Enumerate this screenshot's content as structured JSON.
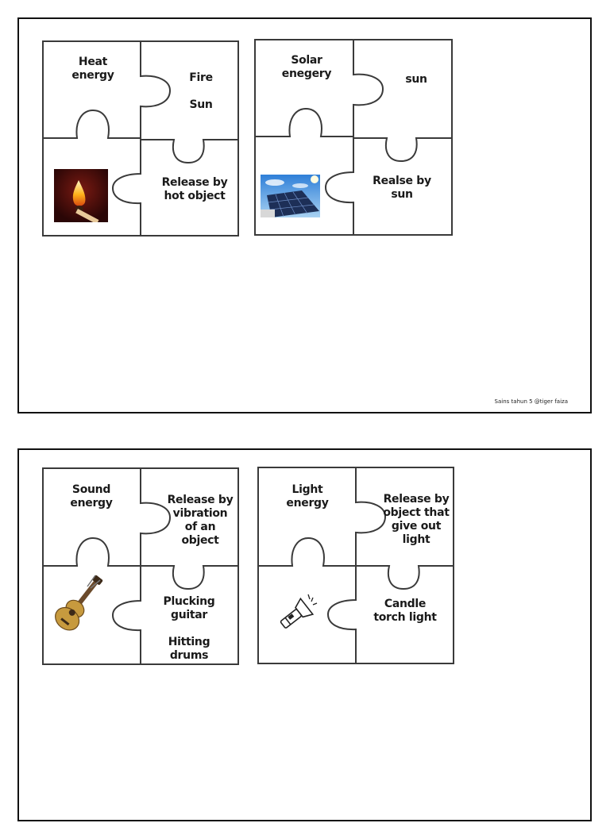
{
  "cards": [
    {
      "puzzles": [
        {
          "energy_label": "Heat\nenergy",
          "sources_label": "Fire\n\nSun",
          "release_label": "Release by\nhot object",
          "picture": "matchstick-flame"
        },
        {
          "energy_label": "Solar\nenegery",
          "sources_label": "sun",
          "release_label": "Realse by\nsun",
          "picture": "solar-panel"
        }
      ],
      "credit": "Sains tahun 5 @tiger faiza"
    },
    {
      "puzzles": [
        {
          "energy_label": "Sound\nenergy",
          "release_label": "Release by\nvibration\nof an\nobject",
          "sources_label": "Plucking\nguitar\n\nHitting\ndrums",
          "picture": "guitar"
        },
        {
          "energy_label": "Light\nenergy",
          "release_label": "Release by\nobject that\ngive out\nlight",
          "sources_label": "Candle\ntorch light",
          "picture": "flashlight"
        }
      ]
    }
  ]
}
